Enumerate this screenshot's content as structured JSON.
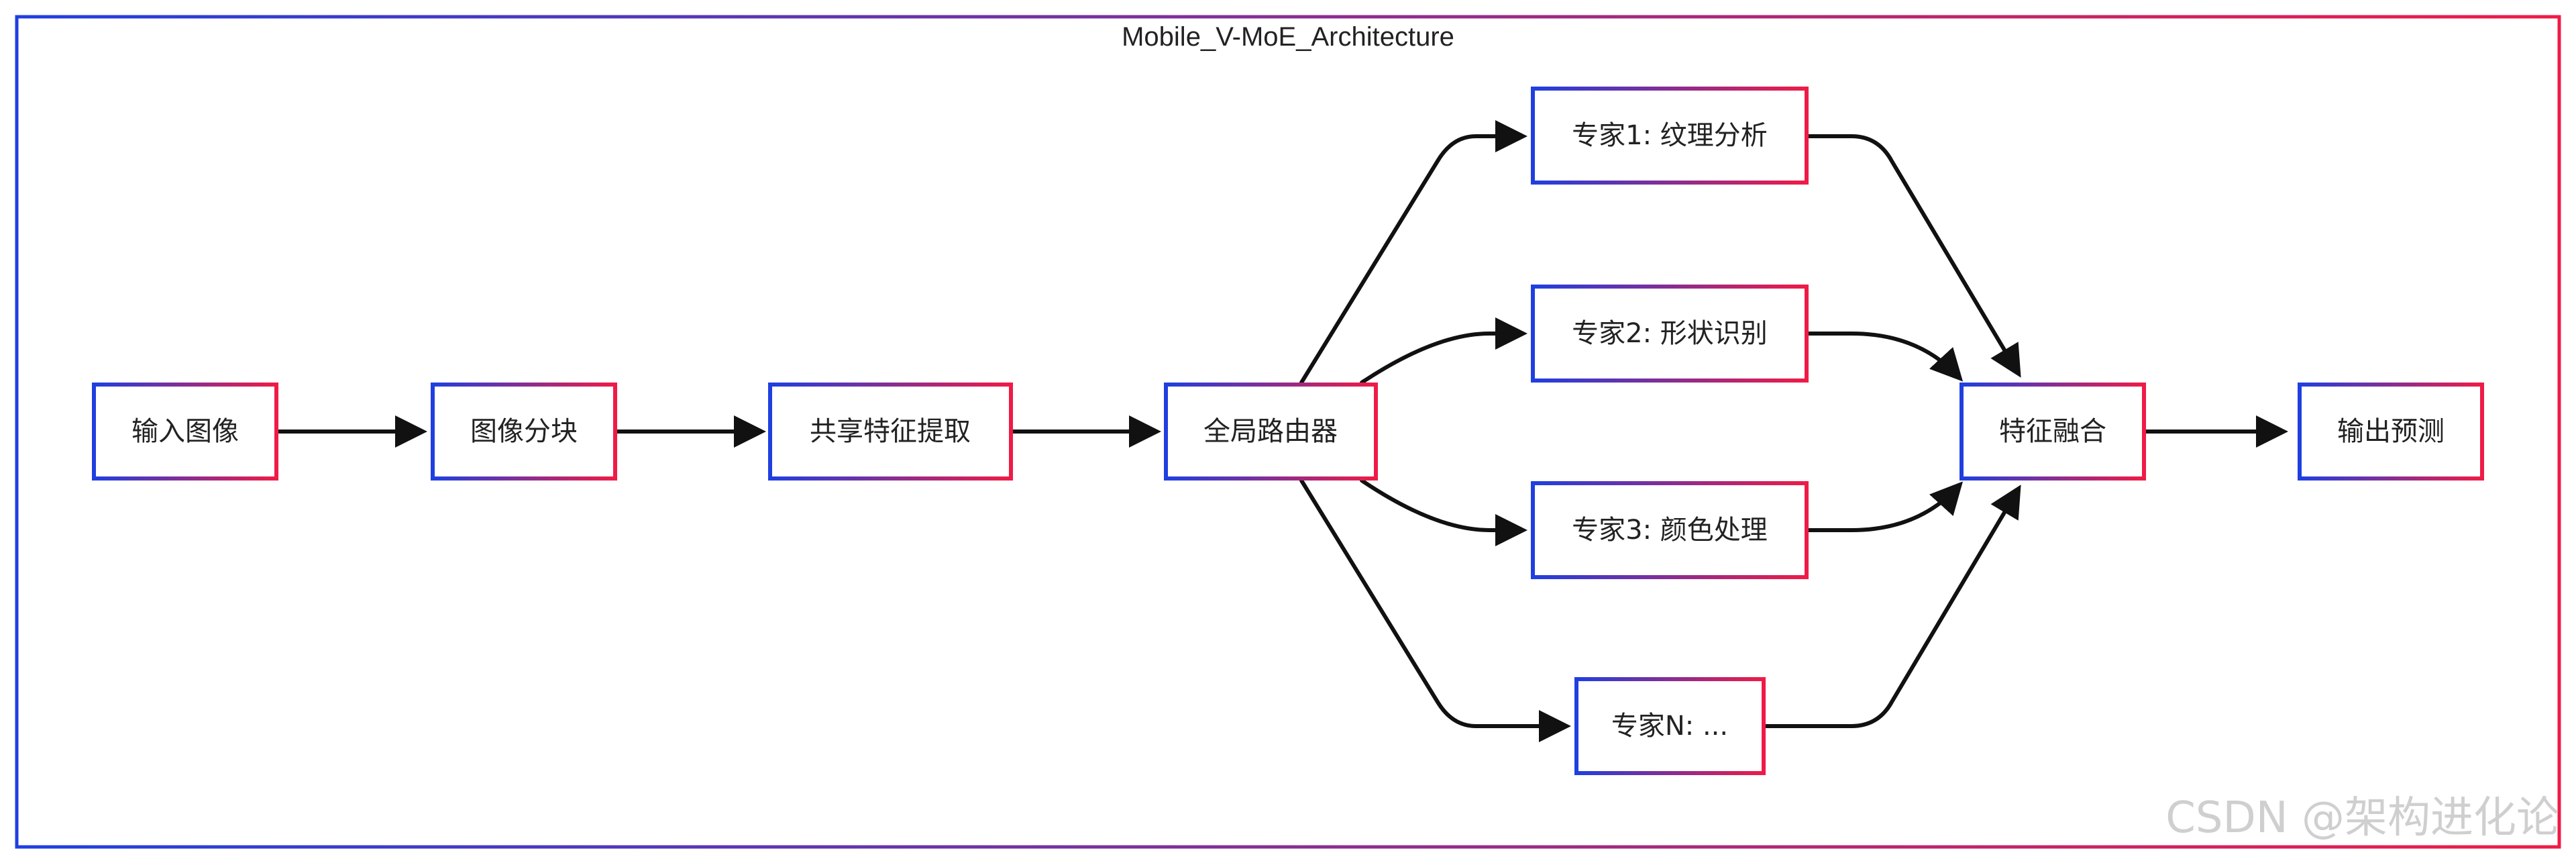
{
  "diagram": {
    "title": "Mobile_V-MoE_Architecture",
    "colors": {
      "gradient_start": "#1f3fe0",
      "gradient_end": "#ef1b46",
      "edge": "#111111",
      "text": "#222222"
    },
    "nodes": {
      "input": "输入图像",
      "patch": "图像分块",
      "shared": "共享特征提取",
      "router": "全局路由器",
      "expert1": "专家1: 纹理分析",
      "expert2": "专家2: 形状识别",
      "expert3": "专家3: 颜色处理",
      "expertN": "专家N: ...",
      "fusion": "特征融合",
      "output": "输出预测"
    },
    "edges": [
      [
        "input",
        "patch"
      ],
      [
        "patch",
        "shared"
      ],
      [
        "shared",
        "router"
      ],
      [
        "router",
        "expert1"
      ],
      [
        "router",
        "expert2"
      ],
      [
        "router",
        "expert3"
      ],
      [
        "router",
        "expertN"
      ],
      [
        "expert1",
        "fusion"
      ],
      [
        "expert2",
        "fusion"
      ],
      [
        "expert3",
        "fusion"
      ],
      [
        "expertN",
        "fusion"
      ],
      [
        "fusion",
        "output"
      ]
    ]
  },
  "watermark": "CSDN @架构进化论"
}
